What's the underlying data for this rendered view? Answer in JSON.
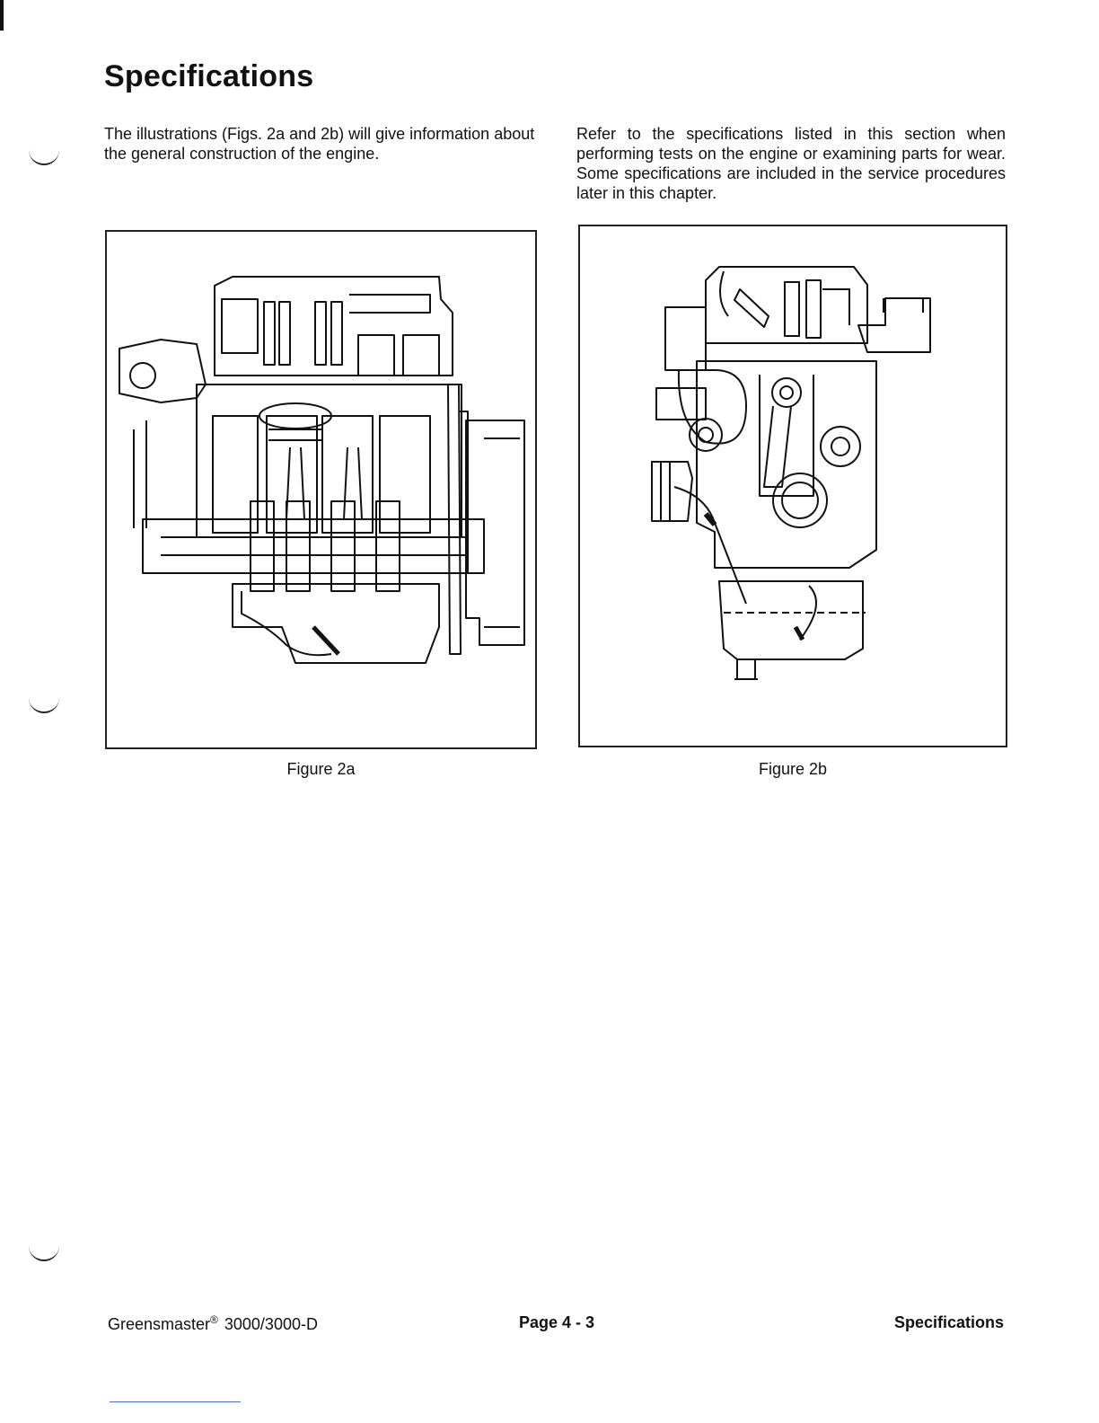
{
  "page": {
    "title": "Specifications",
    "intro_left": "The illustrations (Figs. 2a and 2b) will give information about the general construction of the engine.",
    "intro_right": "Refer to the specifications listed in this section when performing tests on the engine or examining parts for wear. Some specifications are included in the service procedures later in this chapter."
  },
  "figures": [
    {
      "caption": "Figure 2a",
      "icon": "engine-side-cutaway"
    },
    {
      "caption": "Figure 2b",
      "icon": "engine-end-cutaway"
    }
  ],
  "footer": {
    "product_name": "Greensmaster",
    "product_mark": "®",
    "product_model": " 3000/3000-D",
    "page_number": "Page 4 - 3",
    "section": "Specifications"
  }
}
